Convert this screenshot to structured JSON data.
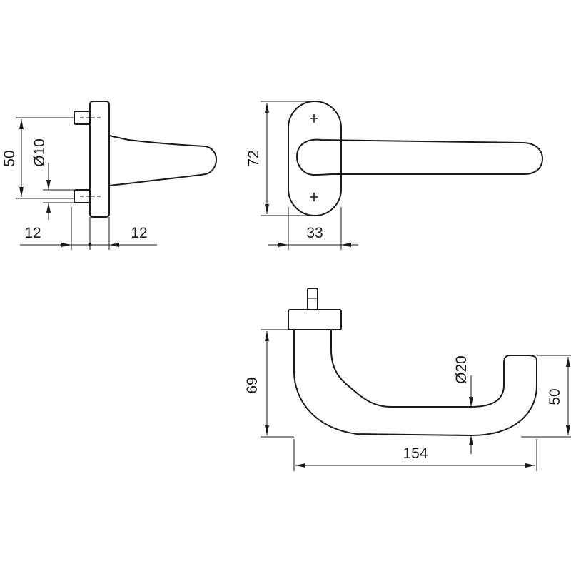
{
  "views": {
    "side": {
      "height_label": "50",
      "spindle_diameter_label": "Ø10",
      "left_offset_label": "12",
      "right_offset_label": "12"
    },
    "front": {
      "rose_height_label": "72",
      "rose_width_label": "33"
    },
    "top": {
      "projection_label": "69",
      "grip_diameter_label": "Ø20",
      "grip_offset_label": "50",
      "length_label": "154"
    }
  },
  "colors": {
    "line": "#1a1a1a",
    "background": "#ffffff"
  }
}
